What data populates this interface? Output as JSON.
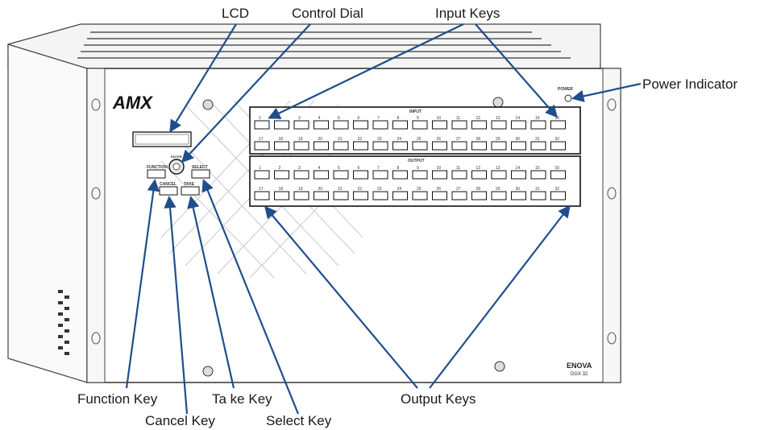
{
  "device": {
    "brand": "AMX",
    "model": "ENOVA",
    "model_sub": "DGX 32",
    "input_group_label": "INPUT",
    "output_group_label": "OUTPUT",
    "power_label": "POWER",
    "function_button": "FUNCTION",
    "select_button": "SELECT",
    "cancel_button": "CANCEL",
    "take_button": "TAKE",
    "dial_label": "ENTER",
    "key_count_per_group": 32
  },
  "callouts": {
    "lcd": "LCD",
    "control_dial": "Control Dial",
    "input_keys": "Input Keys",
    "power_indicator": "Power Indicator",
    "function_key": "Function Key",
    "cancel_key": "Cancel Key",
    "take_key": "Ta ke Key",
    "select_key": "Select Key",
    "output_keys": "Output Keys"
  },
  "colors": {
    "arrow": "#1f4e8c",
    "chassis_line": "#444444",
    "background": "#ffffff"
  }
}
